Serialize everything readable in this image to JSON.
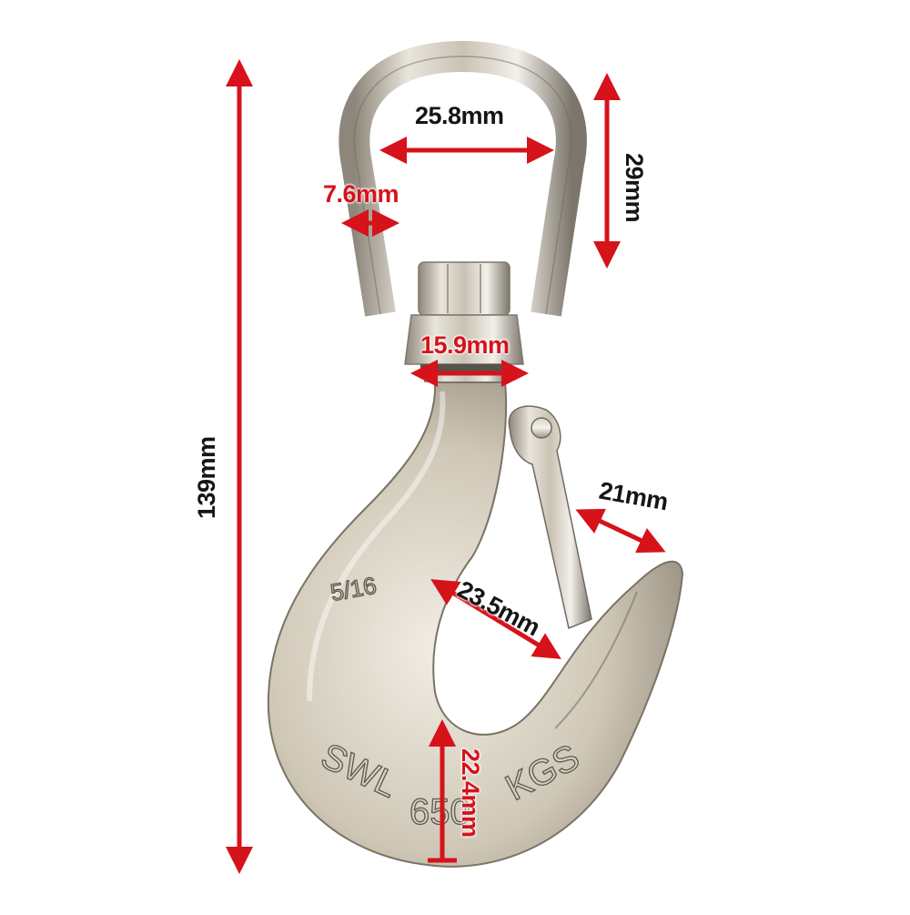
{
  "product": {
    "name": "Swivel eye hook with safety latch",
    "stamped_text": {
      "size": "5/16",
      "rating": "SWL 650 KGS"
    }
  },
  "dimensions": {
    "overall_length": "139mm",
    "eye_inner_width": "25.8mm",
    "eye_inner_height": "29mm",
    "eye_wire_thickness": "7.6mm",
    "swivel_neck_width": "15.9mm",
    "latch_opening": "21mm",
    "throat_opening": "23.5mm",
    "hook_base_thickness": "22.4mm"
  },
  "colors": {
    "arrow": "#d6121a",
    "label_dark": "#151515",
    "label_red": "#d6121a",
    "metal_light": "#e9e5dc",
    "metal_mid": "#b8b0a0",
    "metal_dark": "#6f6a60",
    "background": "#ffffff"
  }
}
